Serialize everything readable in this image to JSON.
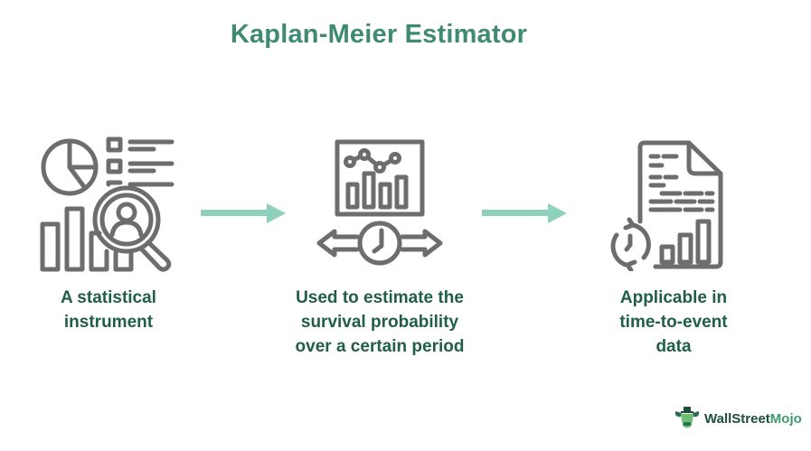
{
  "title": "Kaplan-Meier Estimator",
  "colors": {
    "title": "#3f8a72",
    "caption": "#215e4a",
    "icon_stroke": "#6d6d6d",
    "arrow": "#8fd0bd",
    "logo_dark": "#1f4d3d",
    "logo_accent": "#3f9a6d"
  },
  "steps": [
    {
      "icon": "analytics-magnifier-icon",
      "caption": "A statistical instrument",
      "lines": [
        "A statistical",
        "instrument"
      ]
    },
    {
      "icon": "dashboard-clock-icon",
      "caption": "Used to estimate the survival probability over a certain period",
      "lines": [
        "Used to estimate the",
        "survival probability",
        "over a certain period"
      ]
    },
    {
      "icon": "document-cycle-chart-icon",
      "caption": "Applicable in time-to-event data",
      "lines": [
        "Applicable in",
        "time-to-event",
        "data"
      ]
    }
  ],
  "arrows": [
    "right-arrow",
    "right-arrow"
  ],
  "logo": {
    "name_main": "WallStreet",
    "name_accent": "Mojo"
  }
}
